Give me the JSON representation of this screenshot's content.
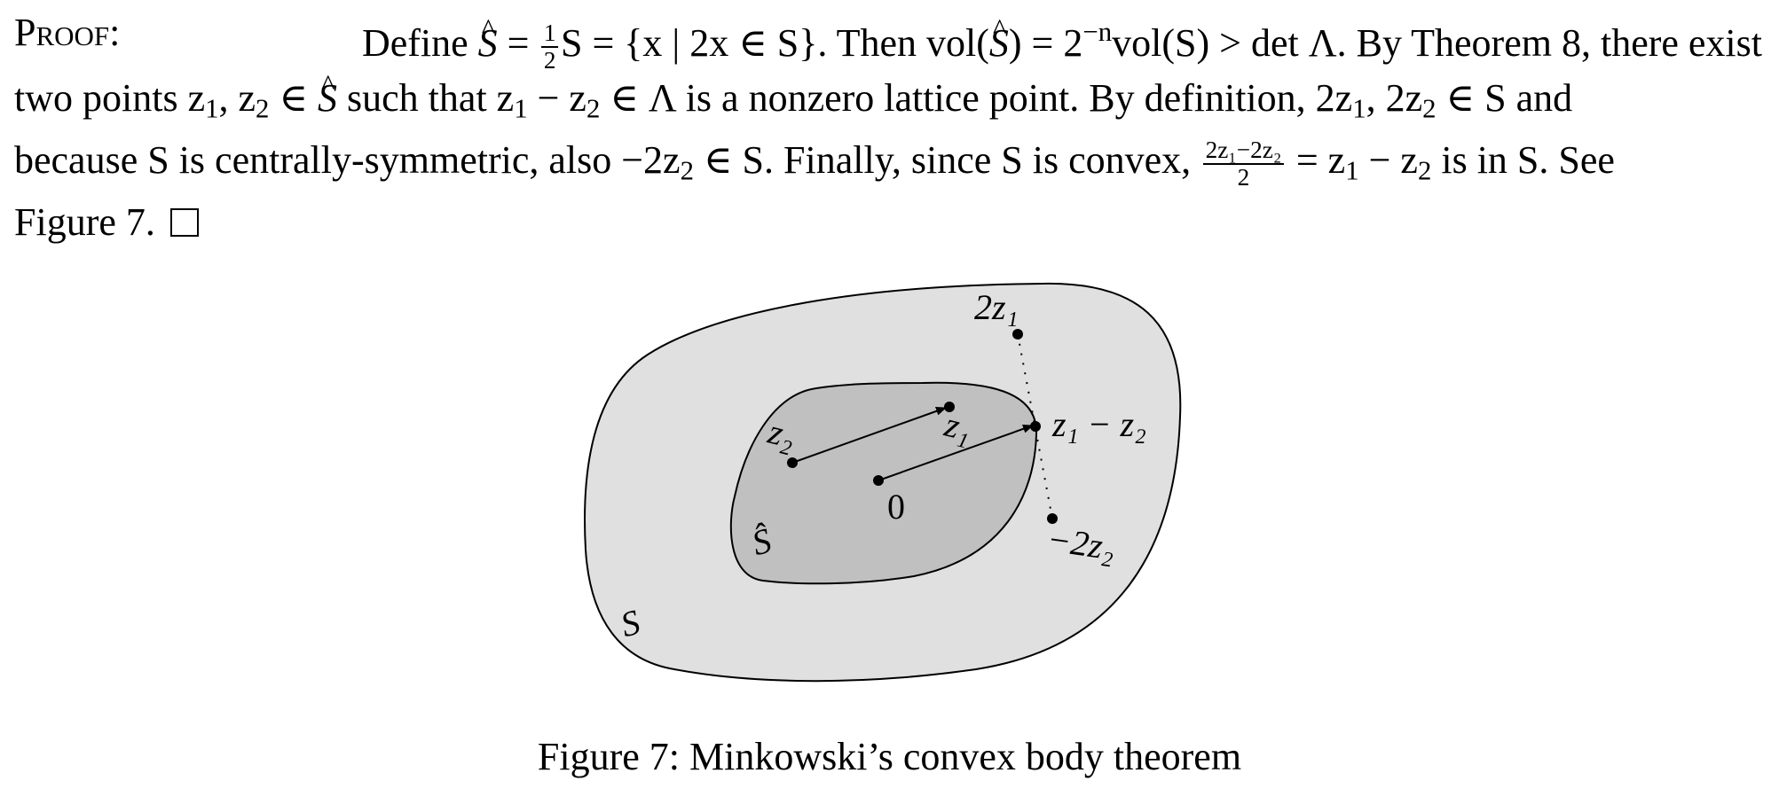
{
  "proof": {
    "label": "Proof:",
    "line1": {
      "s1": "Define ",
      "s2": " = ",
      "frac_num": "1",
      "frac_den": "2",
      "s3": "S = {x | 2x ∈ S}. Then vol(",
      "s4": ") = 2",
      "exp": "−n",
      "s5": "vol(S) > det Λ. By Theorem 8, there exist"
    },
    "line2": {
      "s1": "two points z",
      "s2": ", z",
      "s3": " ∈ ",
      "s4": " such that z",
      "s5": " − z",
      "s6": " ∈ Λ is a nonzero lattice point. By definition, 2z",
      "s7": ", 2z",
      "s8": " ∈ S and"
    },
    "line3": {
      "s1": "because S is centrally-symmetric, also −2z",
      "s2": " ∈ S. Finally, since S is convex, ",
      "frac_num": "2z₁−2z₂",
      "frac_den": "2",
      "s3": " = z",
      "s4": " − z",
      "s5": " is in S. See"
    },
    "line4": {
      "s1": "Figure 7."
    },
    "S_hat": "S",
    "sub1": "1",
    "sub2": "2"
  },
  "figure": {
    "outer_label": "S",
    "inner_label": "Ŝ",
    "points": {
      "origin": "0",
      "z1": "z₁",
      "z2": "z₂",
      "two_z1": "2z₁",
      "minus_two_z2": "−2z₂",
      "diff": "z₁ − z₂"
    },
    "colors": {
      "outer_fill": "#e0e0e0",
      "inner_fill": "#c0c0c0",
      "stroke": "#000000"
    }
  },
  "caption": "Figure 7: Minkowski’s convex body theorem"
}
